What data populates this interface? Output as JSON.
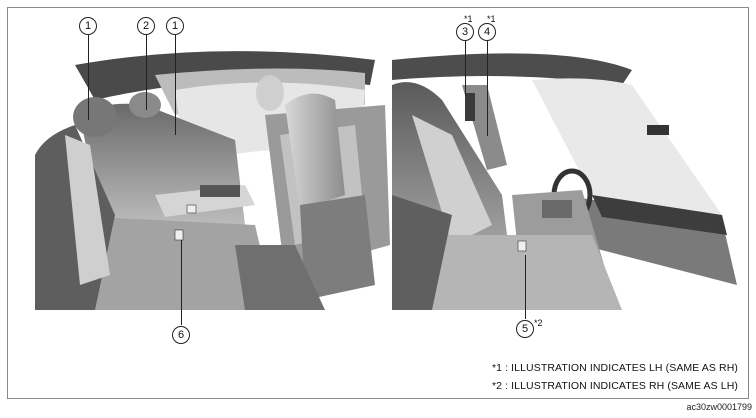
{
  "callouts": {
    "left_a": "1",
    "left_b": "2",
    "left_c": "1",
    "left_d": "6",
    "right_a": "3",
    "right_b": "4",
    "right_c": "5"
  },
  "superscripts": {
    "right_a": "*1",
    "right_b": "*1",
    "right_c": "*2"
  },
  "notes": [
    "*1 : ILLUSTRATION INDICATES LH (SAME AS RH)",
    "*2 : ILLUSTRATION INDICATES RH (SAME AS LH)"
  ],
  "code": "ac30zw0001799"
}
